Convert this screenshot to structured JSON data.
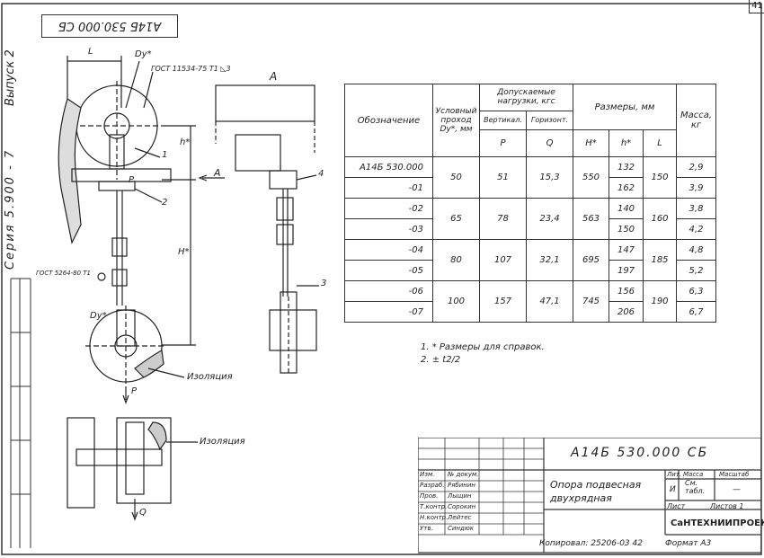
{
  "page_number": "41",
  "header_code": "А14Б 530.000 СБ",
  "side": {
    "issue": "Выпуск 2",
    "series": "Серия 5.900 - 7"
  },
  "drawing_labels": {
    "view_a": "А",
    "arrow_a": "А",
    "dim_l": "L",
    "dim_h_small": "h*",
    "dim_h_big": "H*",
    "du_top": "Dy*",
    "du_bottom": "Dy*",
    "gost_top": "ГОСТ 11534-75 Т1 ◺3",
    "gost_left": "ГОСТ 5264-80 Т1",
    "p_top": "P",
    "p_bottom": "P",
    "q_bottom": "Q",
    "isolation_1": "Изоляция",
    "isolation_2": "Изоляция",
    "pos1": "1",
    "pos2": "2",
    "pos3": "3",
    "pos4": "4"
  },
  "table": {
    "headers": {
      "designation": "Обозначение",
      "nominal": "Условный проход Dy*, мм",
      "loads": "Допускаемые нагрузки, кгс",
      "vertical": "Вертикал.",
      "horizontal": "Горизонт.",
      "dims": "Размеры, мм",
      "mass": "Масса, кг",
      "p": "P",
      "q": "Q",
      "h_big": "H*",
      "h_small": "h*",
      "l": "L"
    },
    "designations": [
      "А14Б 530.000",
      "-01",
      "-02",
      "-03",
      "-04",
      "-05",
      "-06",
      "-07"
    ],
    "groups": [
      {
        "du": "50",
        "p": "51",
        "q": "15,3",
        "H": "550",
        "L": "150"
      },
      {
        "du": "65",
        "p": "78",
        "q": "23,4",
        "H": "563",
        "L": "160"
      },
      {
        "du": "80",
        "p": "107",
        "q": "32,1",
        "H": "695",
        "L": "185"
      },
      {
        "du": "100",
        "p": "157",
        "q": "47,1",
        "H": "745",
        "L": "190"
      }
    ],
    "h_values": [
      "132",
      "162",
      "140",
      "150",
      "147",
      "197",
      "156",
      "206"
    ],
    "masses": [
      "2,9",
      "3,9",
      "3,8",
      "4,2",
      "4,8",
      "5,2",
      "6,3",
      "6,7"
    ]
  },
  "notes": {
    "line1": "1. * Размеры для справок.",
    "line2": "2. ± t2/2"
  },
  "title_block": {
    "code": "А14Б 530.000 СБ",
    "name_line1": "Опора подвесная",
    "name_line2": "двухрядная",
    "lit_label": "Лит.",
    "mass_label": "Масса",
    "scale_label": "Масштаб",
    "lit_value": "И",
    "mass_value": "См. табл.",
    "scale_value": "—",
    "sheet_label": "Лист",
    "sheets_label": "Листов 1",
    "org": "СаНТЕХНИИПРОЕКТ",
    "roles": [
      "Изм.",
      "Разраб.",
      "Пров.",
      "Т.контр.",
      "Н.контр.",
      "Утв."
    ],
    "signers": [
      "№ докум.",
      "Рябинин",
      "Лыщин",
      "Сорокин",
      "Лейтес",
      "Синдюк"
    ],
    "copy_note": "Копировал: 25206-03   42",
    "format": "Формат А3"
  }
}
